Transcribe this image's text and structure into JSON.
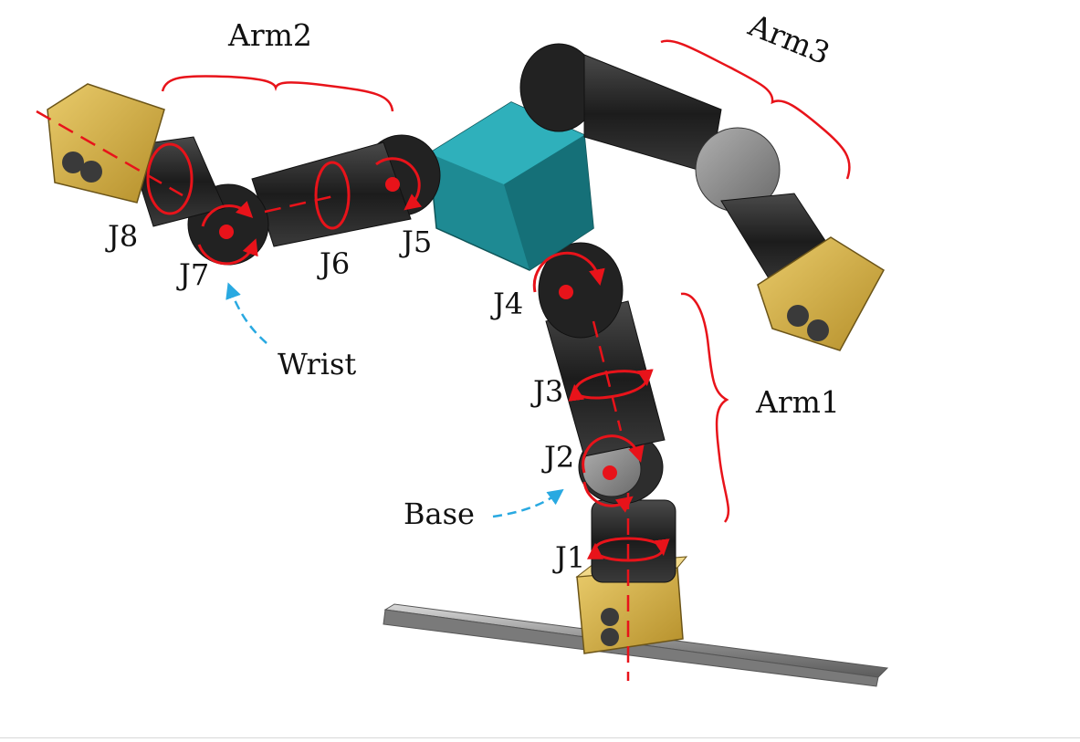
{
  "labels": {
    "arm1": "Arm1",
    "arm2": "Arm2",
    "arm3": "Arm3",
    "wrist": "Wrist",
    "base": "Base",
    "j1": "J1",
    "j2": "J2",
    "j3": "J3",
    "j4": "J4",
    "j5": "J5",
    "j6": "J6",
    "j7": "J7",
    "j8": "J8"
  },
  "colors": {
    "annotation": "#e8131a",
    "pointer": "#29a9e1",
    "link": "#2a2a2a",
    "hub": "#1e8a93",
    "module": "#d7b34a",
    "rail": "#9c9c9c"
  }
}
